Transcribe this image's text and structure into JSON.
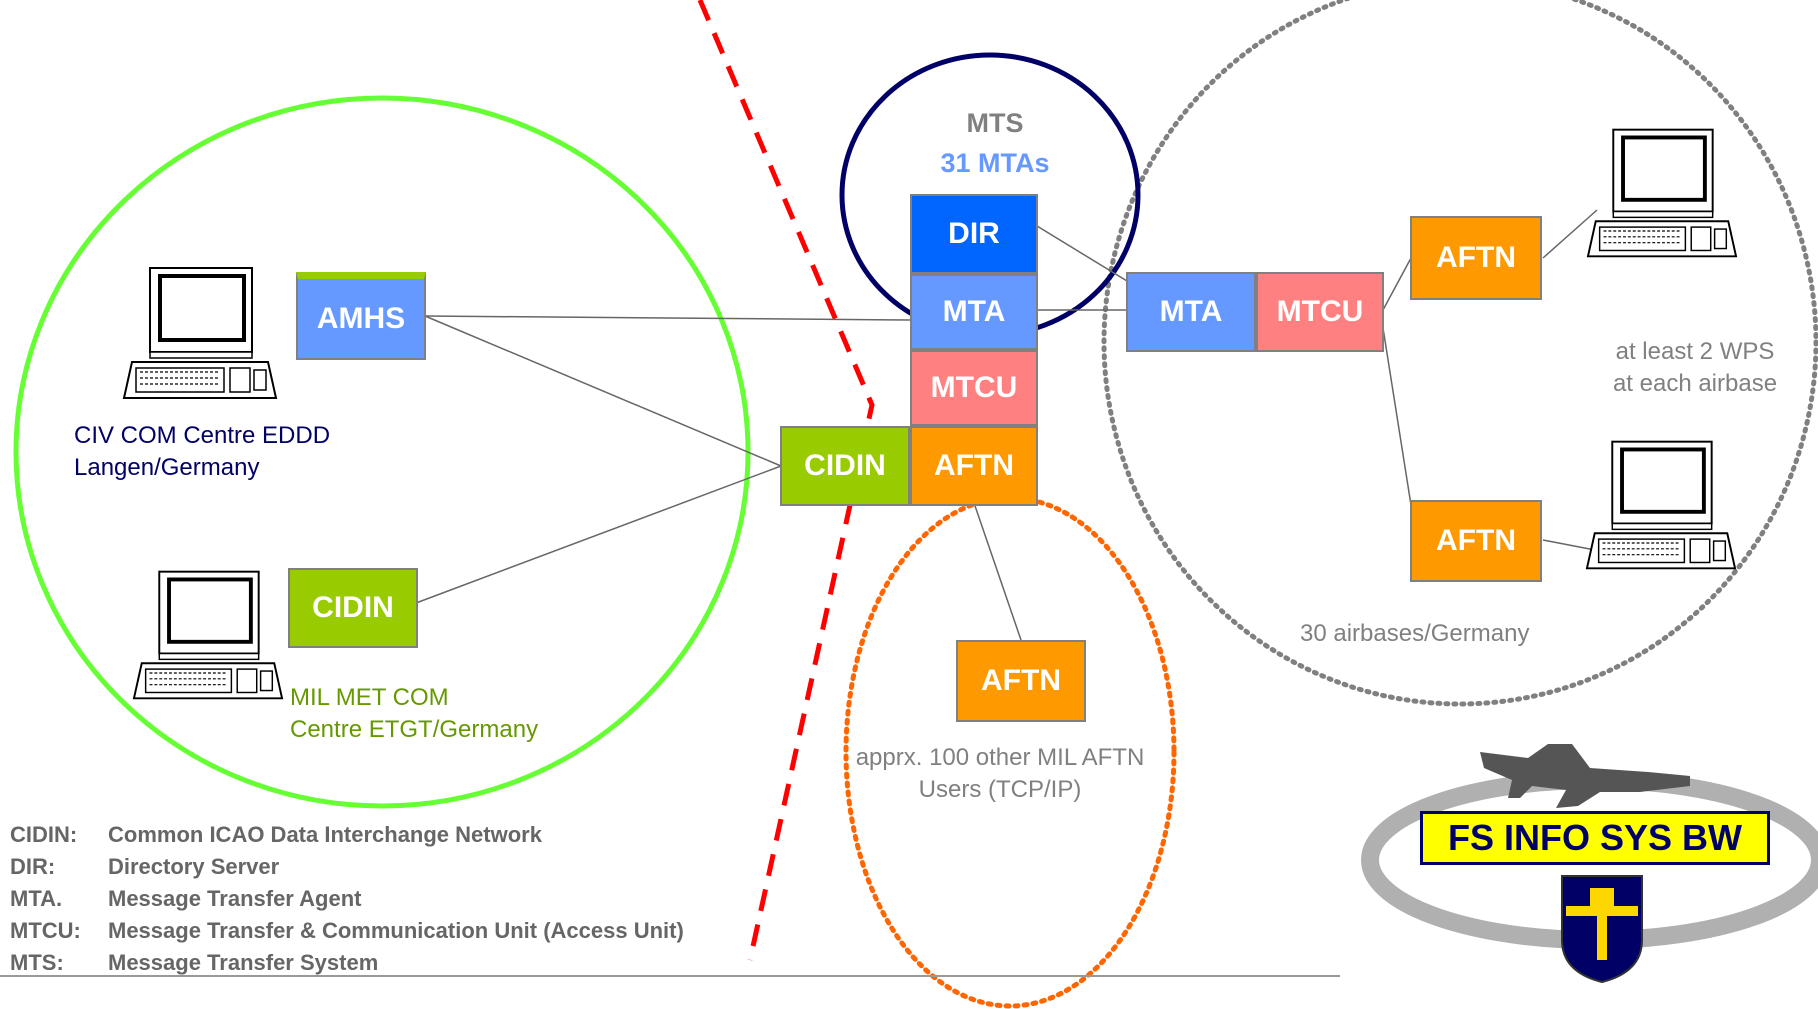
{
  "colors": {
    "orange": "#FF9900",
    "blue_light": "#6699FF",
    "blue_dir": "#0066FF",
    "pink": "#FF8080",
    "green": "#99CC00",
    "green_ring": "#66FF33",
    "navy": "#000066",
    "red_dash": "#FF0000",
    "grey_text": "#808080"
  },
  "mts": {
    "title": "MTS",
    "count": "31 MTAs"
  },
  "center_stack": {
    "dir": "DIR",
    "mta": "MTA",
    "mtcu": "MTCU",
    "cidin": "CIDIN",
    "aftn": "AFTN"
  },
  "left_group": {
    "amhs": "AMHS",
    "cidin": "CIDIN",
    "civ_line1": "CIV COM Centre EDDD",
    "civ_line2": "Langen/Germany",
    "mil_line1": "MIL MET COM",
    "mil_line2": "Centre ETGT/Germany"
  },
  "right_group": {
    "mta": "MTA",
    "mtcu": "MTCU",
    "aftn_top": "AFTN",
    "aftn_bottom": "AFTN",
    "wps_line1": "at least 2 WPS",
    "wps_line2": "at each airbase",
    "airbases": "30 airbases/Germany"
  },
  "other_users": {
    "aftn": "AFTN",
    "line1": "apprx. 100 other MIL AFTN",
    "line2": "Users (TCP/IP)"
  },
  "legend": [
    {
      "abbr": "CIDIN:",
      "desc": "Common ICAO Data Interchange Network"
    },
    {
      "abbr": "DIR:",
      "desc": "Directory Server"
    },
    {
      "abbr": "MTA.",
      "desc": "Message Transfer Agent"
    },
    {
      "abbr": "MTCU:",
      "desc": "Message Transfer & Communication Unit (Access Unit)"
    },
    {
      "abbr": "MTS:",
      "desc": "Message Transfer System"
    }
  ],
  "logo": {
    "text": "FS INFO SYS BW",
    "icon": "aircraft-shield-logo"
  },
  "icons": [
    "computer-workstation-icon"
  ]
}
